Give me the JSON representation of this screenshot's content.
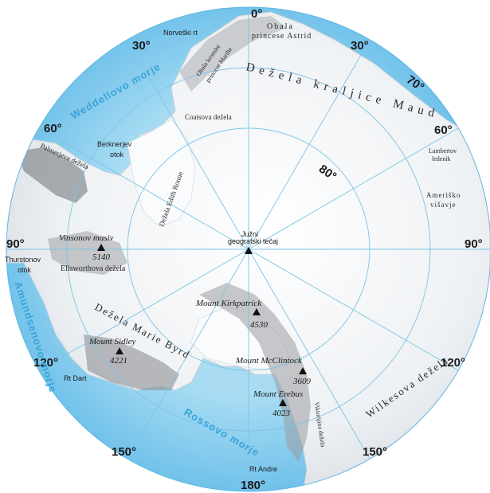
{
  "colors": {
    "ocean": "#8fd0ef",
    "ocean_deep": "#5fb7e3",
    "ice": "#f4f5f7",
    "ice_shadow": "#dfe3e8",
    "rock": "#7d7f83",
    "grid": "#7cc3e6",
    "sea_label": "#3aa3d8"
  },
  "degrees": {
    "d0": "0°",
    "d30_left": "30°",
    "d30_right": "30°",
    "d60_left": "60°",
    "d60_right": "60°",
    "d70": "70°",
    "d80": "80°",
    "d90_left": "90°",
    "d90_right": "90°",
    "d120_left": "120°",
    "d120_right": "120°",
    "d150_left": "150°",
    "d150_right": "150°",
    "d180": "180°"
  },
  "regions": {
    "obala_princese_1": "Obala",
    "obala_princese_2": "princese Astrid",
    "dezela_kraljice_maud": "Dežela kraljice Maud",
    "obala_kronske_1": "Obala kronske",
    "obala_kronske_2": "princese Marthe",
    "coatsova": "Coatsova dežela",
    "norveski_rt": "Norveški rt",
    "berknerjev_1": "Berknerjev",
    "berknerjev_2": "otok",
    "palmerjeva": "Palmerjeva dežela",
    "dezela_edith": "Dežela Edith Ronne",
    "lambertov_1": "Lambertov",
    "lambertov_2": "ledenik",
    "amerisko_1": "Ameriško",
    "amerisko_2": "višavje",
    "juzni_1": "Južni",
    "juzni_2": "geografski tečaj",
    "thurstonov_1": "Thurstonov",
    "thurstonov_2": "otok",
    "ellsworthova": "Ellsworthova dežela",
    "marie_byrd": "Dežela Marie Byrd",
    "wilkesova": "Wilkesova dežela",
    "viktorijina": "Viktorijina dežela",
    "rt_dart": "Rt Dart",
    "rt_andre": "Rt Andre"
  },
  "seas": {
    "weddellovo": "Weddellovo morje",
    "amundsenovo": "Amundsenovo morje",
    "rossovo": "Rossovo morje"
  },
  "peaks": {
    "vinsonov_name": "Vinsonov masiv",
    "vinsonov_elev": "5140",
    "kirkpatrick_name": "Mount Kirkpatrick",
    "kirkpatrick_elev": "4530",
    "sidley_name": "Mount Sidley",
    "sidley_elev": "4221",
    "mcclintock_name": "Mount McClintock",
    "mcclintock_elev": "3609",
    "erebus_name": "Mount Erebus",
    "erebus_elev": "4023"
  },
  "icons": [
    "peak-triangle-icon",
    "pole-triangle-icon"
  ]
}
